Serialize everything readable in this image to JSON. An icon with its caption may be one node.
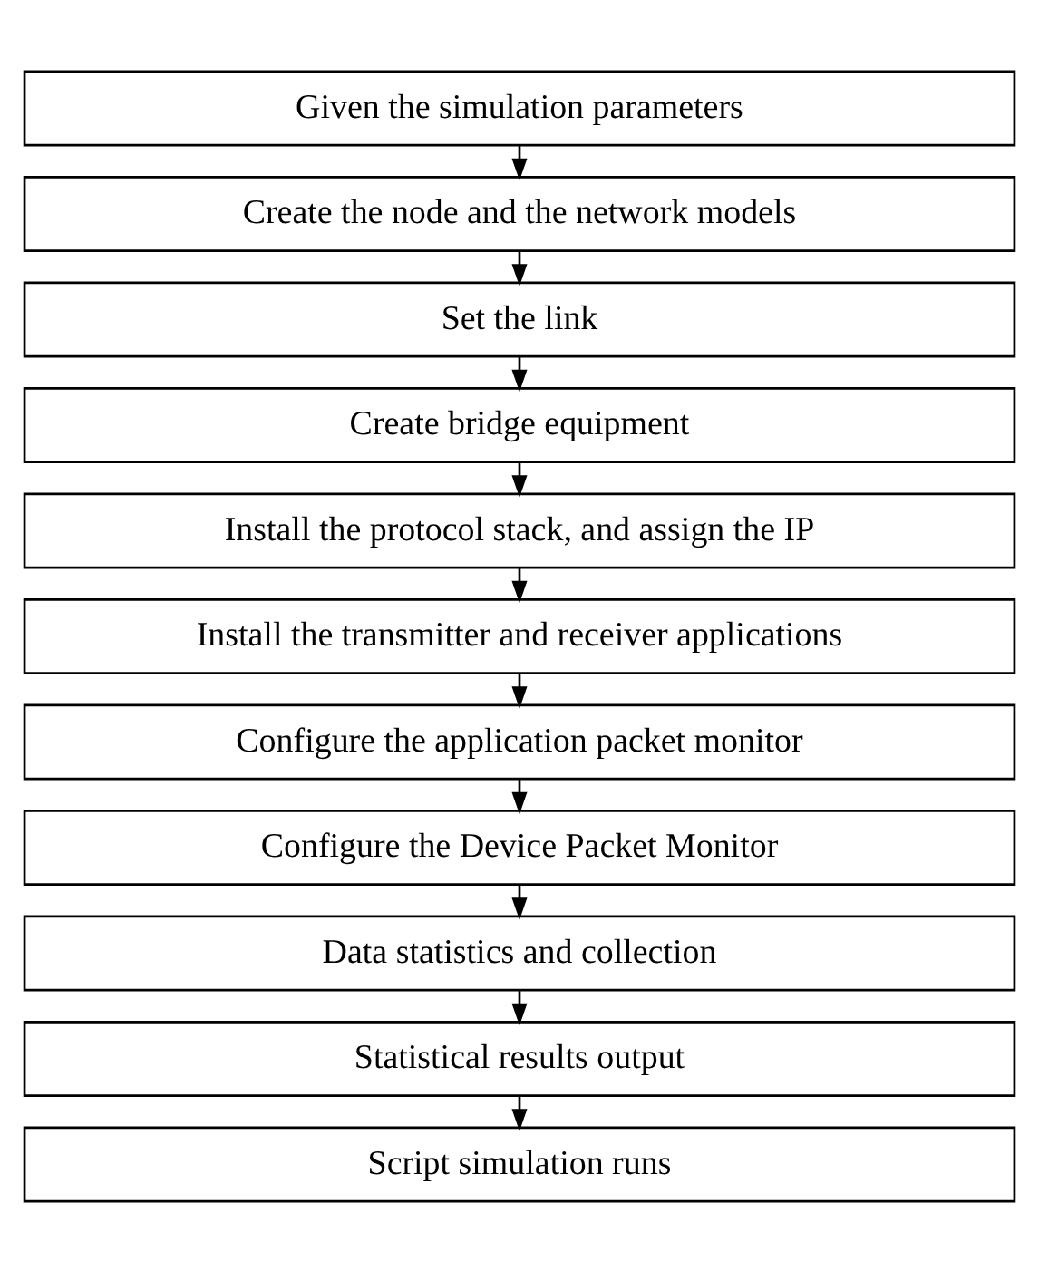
{
  "diagram": {
    "nodes": [
      {
        "text": [
          "Given the simulation parameters"
        ]
      },
      {
        "text": [
          "Create the node and the network models"
        ]
      },
      {
        "text": [
          "Set the link"
        ]
      },
      {
        "text": [
          "Create bridge equipment"
        ]
      },
      {
        "text": [
          "Install the protocol stack, and assign the IP"
        ]
      },
      {
        "text": [
          "Install the transmitter and receiver applications"
        ]
      },
      {
        "text": [
          "Configure the application packet monitor"
        ]
      },
      {
        "text": [
          "Configure the Device Packet Monitor"
        ]
      },
      {
        "text": [
          "Data statistics and collection"
        ]
      },
      {
        "text": [
          "Statistical results output"
        ]
      },
      {
        "text": [
          "Script simulation runs"
        ]
      }
    ],
    "edges": [
      {
        "from": 0,
        "to": 1,
        "arrow": "to"
      },
      {
        "from": 1,
        "to": 2,
        "arrow": "to"
      },
      {
        "from": 2,
        "to": 3,
        "arrow": "to"
      },
      {
        "from": 3,
        "to": 4,
        "arrow": "to"
      },
      {
        "from": 4,
        "to": 5,
        "arrow": "to"
      },
      {
        "from": 5,
        "to": 6,
        "arrow": "to"
      },
      {
        "from": 6,
        "to": 7,
        "arrow": "to"
      },
      {
        "from": 7,
        "to": 8,
        "arrow": "to"
      },
      {
        "from": 8,
        "to": 9,
        "arrow": "to"
      },
      {
        "from": 9,
        "to": 10,
        "arrow": "to"
      }
    ]
  }
}
